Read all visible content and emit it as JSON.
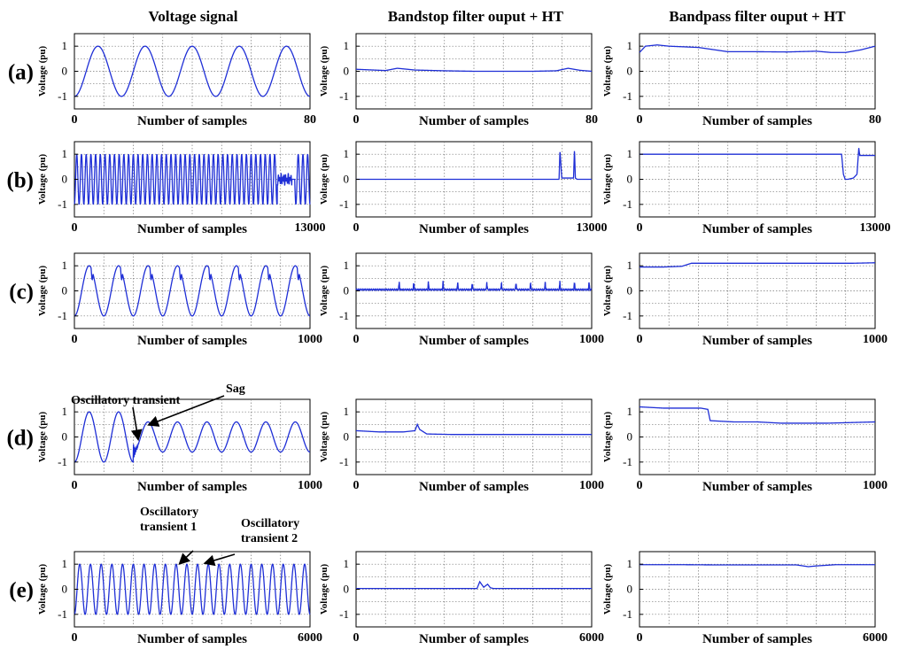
{
  "titles": [
    "Voltage signal",
    "Bandstop filter ouput + HT",
    "Bandpass filter ouput + HT"
  ],
  "rows": [
    "(a)",
    "(b)",
    "(c)",
    "(d)",
    "(e)"
  ],
  "ylabel": "Voltage (pu)",
  "xlabel": "Number of samples",
  "annotations": [
    {
      "text": "Oscillatory transient",
      "row": 3,
      "col": 0,
      "target": [
        270,
        -0.05
      ]
    },
    {
      "text": "Sag",
      "row": 3,
      "col": 0,
      "target": [
        320,
        0.5
      ]
    },
    {
      "text": "Oscillatory transient 1",
      "row": 4,
      "col": 0,
      "target": [
        2700,
        1.05
      ]
    },
    {
      "text": "Oscillatory transient 2",
      "row": 4,
      "col": 0,
      "target": [
        3350,
        1.05
      ]
    }
  ],
  "chart_data": [
    {
      "id": "a1",
      "row": 0,
      "col": 0,
      "type": "line",
      "xlim": [
        0,
        80
      ],
      "ylim": [
        -1.5,
        1.5
      ],
      "yticks": [
        -1,
        0,
        1
      ],
      "xticks": [
        0,
        80
      ],
      "grid": true,
      "color": "#1f2fd6",
      "signal": {
        "kind": "sine",
        "cycles": 5,
        "amp": 1
      }
    },
    {
      "id": "a2",
      "row": 0,
      "col": 1,
      "type": "line",
      "xlim": [
        0,
        80
      ],
      "ylim": [
        -1.5,
        1.5
      ],
      "yticks": [
        -1,
        0,
        1
      ],
      "xticks": [
        0,
        80
      ],
      "grid": true,
      "color": "#1f2fd6",
      "signal": {
        "kind": "points",
        "x": [
          0,
          6,
          10,
          14,
          20,
          30,
          40,
          50,
          60,
          68,
          72,
          76,
          80
        ],
        "y": [
          0.08,
          0.05,
          0.03,
          0.12,
          0.05,
          0.02,
          0.0,
          0.0,
          0.0,
          0.02,
          0.12,
          0.04,
          0.0
        ]
      }
    },
    {
      "id": "a3",
      "row": 0,
      "col": 2,
      "type": "line",
      "xlim": [
        0,
        80
      ],
      "ylim": [
        -1.5,
        1.5
      ],
      "yticks": [
        -1,
        0,
        1
      ],
      "xticks": [
        0,
        80
      ],
      "grid": true,
      "color": "#1f2fd6",
      "signal": {
        "kind": "points",
        "x": [
          0,
          2,
          6,
          10,
          20,
          30,
          40,
          50,
          60,
          65,
          70,
          75,
          80
        ],
        "y": [
          0.75,
          1.0,
          1.05,
          1.0,
          0.95,
          0.78,
          0.78,
          0.77,
          0.8,
          0.75,
          0.75,
          0.85,
          1.0
        ]
      }
    },
    {
      "id": "b1",
      "row": 1,
      "col": 0,
      "type": "line",
      "xlim": [
        0,
        13000
      ],
      "ylim": [
        -1.5,
        1.5
      ],
      "yticks": [
        -1,
        0,
        1
      ],
      "xticks": [
        0,
        13000
      ],
      "grid": true,
      "color": "#1f2fd6",
      "signal": {
        "kind": "sine",
        "cycles": 50,
        "amp": 1,
        "interruption": [
          11200,
          12000,
          0.1
        ],
        "resume": 12150
      }
    },
    {
      "id": "b2",
      "row": 1,
      "col": 1,
      "type": "line",
      "xlim": [
        0,
        13000
      ],
      "ylim": [
        -1.5,
        1.5
      ],
      "yticks": [
        -1,
        0,
        1
      ],
      "xticks": [
        0,
        13000
      ],
      "grid": true,
      "color": "#1f2fd6",
      "signal": {
        "kind": "points",
        "x": [
          0,
          11150,
          11200,
          11250,
          11350,
          12000,
          12050,
          12100,
          12200,
          13000
        ],
        "y": [
          0,
          0,
          0.0,
          1.15,
          0.05,
          0.05,
          1.2,
          0.05,
          0,
          0
        ]
      }
    },
    {
      "id": "b3",
      "row": 1,
      "col": 2,
      "type": "line",
      "xlim": [
        0,
        13000
      ],
      "ylim": [
        -1.5,
        1.5
      ],
      "yticks": [
        -1,
        0,
        1
      ],
      "xticks": [
        0,
        13000
      ],
      "grid": true,
      "color": "#1f2fd6",
      "signal": {
        "kind": "points",
        "x": [
          0,
          11150,
          11250,
          11350,
          11500,
          11800,
          12000,
          12100,
          12150,
          12250,
          13000
        ],
        "y": [
          1.0,
          1.0,
          0.2,
          0.0,
          0.0,
          0.05,
          0.2,
          1.25,
          0.95,
          0.95,
          0.95
        ]
      }
    },
    {
      "id": "c1",
      "row": 2,
      "col": 0,
      "type": "line",
      "xlim": [
        0,
        1000
      ],
      "ylim": [
        -1.5,
        1.5
      ],
      "yticks": [
        -1,
        0,
        1
      ],
      "xticks": [
        0,
        1000
      ],
      "grid": true,
      "color": "#1f2fd6",
      "signal": {
        "kind": "sine",
        "cycles": 8,
        "amp": 1,
        "notch": true
      }
    },
    {
      "id": "c2",
      "row": 2,
      "col": 1,
      "type": "line",
      "xlim": [
        0,
        1000
      ],
      "ylim": [
        -1.5,
        1.5
      ],
      "yticks": [
        -1,
        0,
        1
      ],
      "xticks": [
        0,
        1000
      ],
      "grid": true,
      "color": "#1f2fd6",
      "signal": {
        "kind": "spikes",
        "base": 0.05,
        "start": 180,
        "every": 62,
        "height": 0.35,
        "end": 1000
      }
    },
    {
      "id": "c3",
      "row": 2,
      "col": 2,
      "type": "line",
      "xlim": [
        0,
        1000
      ],
      "ylim": [
        -1.5,
        1.5
      ],
      "yticks": [
        -1,
        0,
        1
      ],
      "xticks": [
        0,
        1000
      ],
      "grid": true,
      "color": "#1f2fd6",
      "signal": {
        "kind": "points",
        "x": [
          0,
          100,
          180,
          220,
          300,
          500,
          700,
          900,
          1000
        ],
        "y": [
          0.95,
          0.95,
          0.98,
          1.1,
          1.1,
          1.1,
          1.1,
          1.1,
          1.12
        ]
      }
    },
    {
      "id": "d1",
      "row": 3,
      "col": 0,
      "type": "line",
      "xlim": [
        0,
        1000
      ],
      "ylim": [
        -1.5,
        1.5
      ],
      "yticks": [
        -1,
        0,
        1
      ],
      "xticks": [
        0,
        1000
      ],
      "grid": true,
      "color": "#1f2fd6",
      "signal": {
        "kind": "sine",
        "cycles": 8,
        "amp": 1,
        "sagFrom": 250,
        "sagAmp": 0.6,
        "osc": 250
      }
    },
    {
      "id": "d2",
      "row": 3,
      "col": 1,
      "type": "line",
      "xlim": [
        0,
        1000
      ],
      "ylim": [
        -1.5,
        1.5
      ],
      "yticks": [
        -1,
        0,
        1
      ],
      "xticks": [
        0,
        1000
      ],
      "grid": true,
      "color": "#1f2fd6",
      "signal": {
        "kind": "points",
        "x": [
          0,
          100,
          200,
          250,
          260,
          270,
          300,
          400,
          600,
          800,
          1000
        ],
        "y": [
          0.25,
          0.2,
          0.2,
          0.25,
          0.5,
          0.3,
          0.12,
          0.1,
          0.1,
          0.1,
          0.1
        ]
      }
    },
    {
      "id": "d3",
      "row": 3,
      "col": 2,
      "type": "line",
      "xlim": [
        0,
        1000
      ],
      "ylim": [
        -1.5,
        1.5
      ],
      "yticks": [
        -1,
        0,
        1
      ],
      "xticks": [
        0,
        1000
      ],
      "grid": true,
      "color": "#1f2fd6",
      "signal": {
        "kind": "points",
        "x": [
          0,
          100,
          200,
          260,
          290,
          300,
          400,
          500,
          600,
          800,
          1000
        ],
        "y": [
          1.2,
          1.15,
          1.15,
          1.15,
          1.1,
          0.65,
          0.6,
          0.6,
          0.55,
          0.55,
          0.6
        ]
      }
    },
    {
      "id": "e1",
      "row": 4,
      "col": 0,
      "type": "line",
      "xlim": [
        0,
        6000
      ],
      "ylim": [
        -1.5,
        1.5
      ],
      "yticks": [
        -1,
        0,
        1
      ],
      "xticks": [
        0,
        6000
      ],
      "grid": true,
      "color": "#1f2fd6",
      "signal": {
        "kind": "sine",
        "cycles": 22,
        "amp": 1
      }
    },
    {
      "id": "e2",
      "row": 4,
      "col": 1,
      "type": "line",
      "xlim": [
        0,
        6000
      ],
      "ylim": [
        -1.5,
        1.5
      ],
      "yticks": [
        -1,
        0,
        1
      ],
      "xticks": [
        0,
        6000
      ],
      "grid": true,
      "color": "#1f2fd6",
      "signal": {
        "kind": "points",
        "x": [
          0,
          3000,
          3080,
          3150,
          3250,
          3350,
          3420,
          3500,
          6000
        ],
        "y": [
          0.03,
          0.03,
          0.03,
          0.3,
          0.08,
          0.2,
          0.06,
          0.03,
          0.03
        ]
      }
    },
    {
      "id": "e3",
      "row": 4,
      "col": 2,
      "type": "line",
      "xlim": [
        0,
        6000
      ],
      "ylim": [
        -1.5,
        1.5
      ],
      "yticks": [
        -1,
        0,
        1
      ],
      "xticks": [
        0,
        6000
      ],
      "grid": true,
      "color": "#1f2fd6",
      "signal": {
        "kind": "points",
        "x": [
          0,
          1000,
          2000,
          3000,
          4000,
          4300,
          4500,
          5000,
          6000
        ],
        "y": [
          0.98,
          0.98,
          0.97,
          0.97,
          0.97,
          0.9,
          0.93,
          0.98,
          0.98
        ]
      }
    }
  ]
}
